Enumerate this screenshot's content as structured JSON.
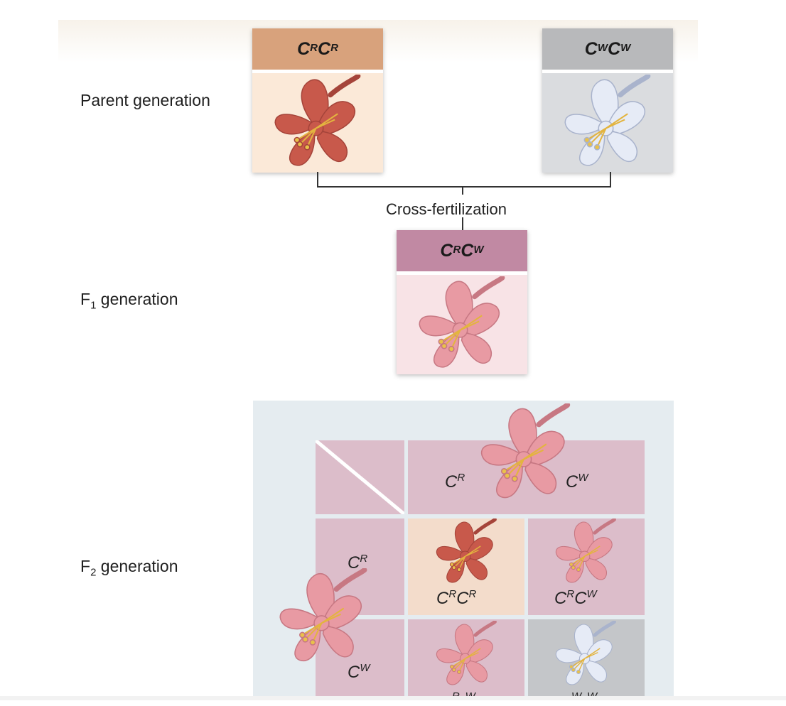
{
  "labels": {
    "parent": "Parent generation",
    "f1_prefix": "F",
    "f1_sub": "1",
    "f1_suffix": " generation",
    "f2_prefix": "F",
    "f2_sub": "2",
    "f2_suffix": " generation",
    "cross": "Cross-fertilization"
  },
  "parents": {
    "left": {
      "base1": "C",
      "sup1": "R",
      "base2": "C",
      "sup2": "R"
    },
    "right": {
      "base1": "C",
      "sup1": "W",
      "base2": "C",
      "sup2": "W"
    }
  },
  "f1": {
    "base1": "C",
    "sup1": "R",
    "base2": "C",
    "sup2": "W"
  },
  "punnett": {
    "col1": {
      "base": "C",
      "sup": "R"
    },
    "col2": {
      "base": "C",
      "sup": "W"
    },
    "row1": {
      "base": "C",
      "sup": "R"
    },
    "row2": {
      "base": "C",
      "sup": "W"
    },
    "rr": {
      "base1": "C",
      "sup1": "R",
      "base2": "C",
      "sup2": "R"
    },
    "rw": {
      "base1": "C",
      "sup1": "R",
      "base2": "C",
      "sup2": "W"
    },
    "bottom_left_partial": {
      "sup1": "R",
      "sup2": "W"
    },
    "bottom_right_partial": {
      "sup1": "W",
      "sup2": "W"
    }
  },
  "colors": {
    "red_header": "#d8a27c",
    "red_bg": "#fbe9d8",
    "white_header": "#b8b9bb",
    "white_bg": "#dadcdf",
    "pink_header": "#c189a3",
    "pink_bg": "#f8e3e6",
    "punnett_cell": "#dcbdca",
    "punnett_red_cell": "#f3dccb",
    "punnett_white_cell": "#c4c6c9",
    "panel": "#e5ecf0",
    "red_flower": "#c8594b",
    "pink_flower": "#e89aa3",
    "white_flower": "#e6ebf6"
  }
}
